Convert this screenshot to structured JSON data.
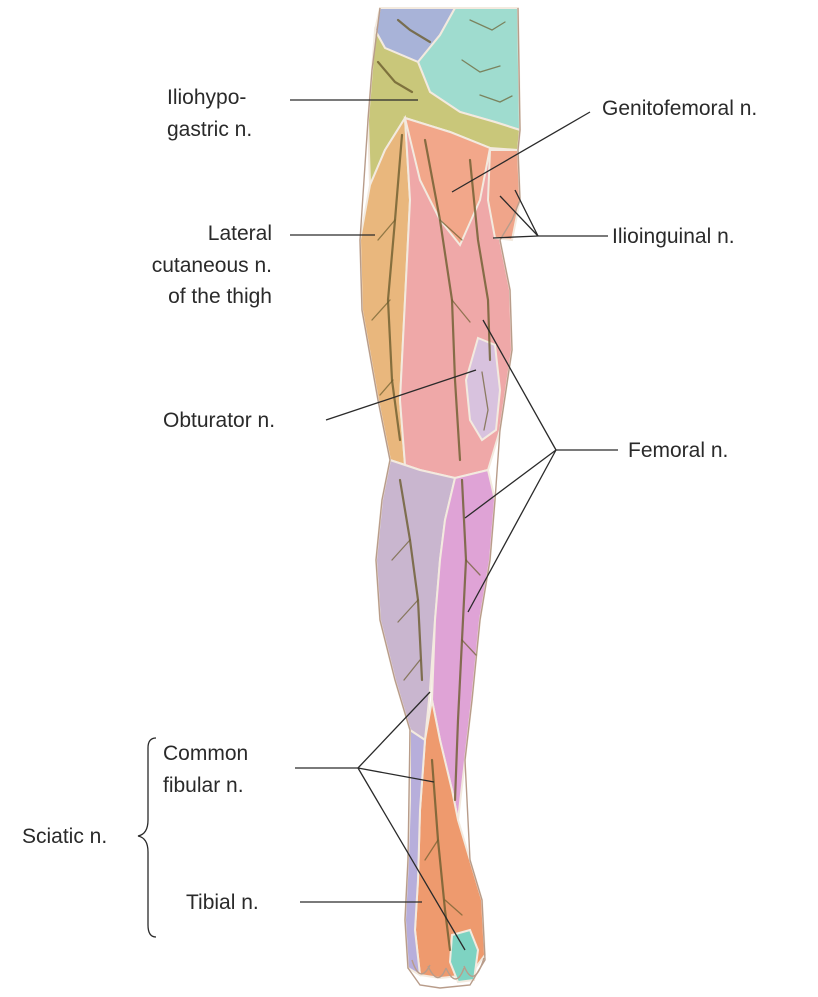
{
  "labels": {
    "iliohypogastric": [
      "Iliohypo-",
      "gastric n."
    ],
    "genitofemoral": "Genitofemoral n.",
    "lateral_cutaneous": [
      "Lateral",
      "cutaneous n.",
      "of the thigh"
    ],
    "ilioinguinal": "Ilioinguinal n.",
    "obturator": "Obturator n.",
    "femoral": "Femoral n.",
    "common_fibular": [
      "Common",
      "fibular n."
    ],
    "sciatic": "Sciatic n.",
    "tibial": "Tibial n."
  },
  "zone_colors": {
    "iliohypogastric": "#c9c77a",
    "lumbar_upper_left": "#a8b3d8",
    "lumbar_upper_right": "#9fdccf",
    "genitofemoral": "#f2a78a",
    "ilioinguinal": "#f0a58a",
    "lateral_cutaneous": "#e9b77d",
    "femoral_thigh": "#efa8a8",
    "obturator": "#d8c2de",
    "knee_lateral": "#c9b6cf",
    "femoral_saphenous": "#dfa3d6",
    "common_fibular": "#c5b8d6",
    "fibular_superficial": "#ee9a6e",
    "deep_fibular_toe": "#7ed3c2",
    "tibial": "#b7aedb"
  }
}
